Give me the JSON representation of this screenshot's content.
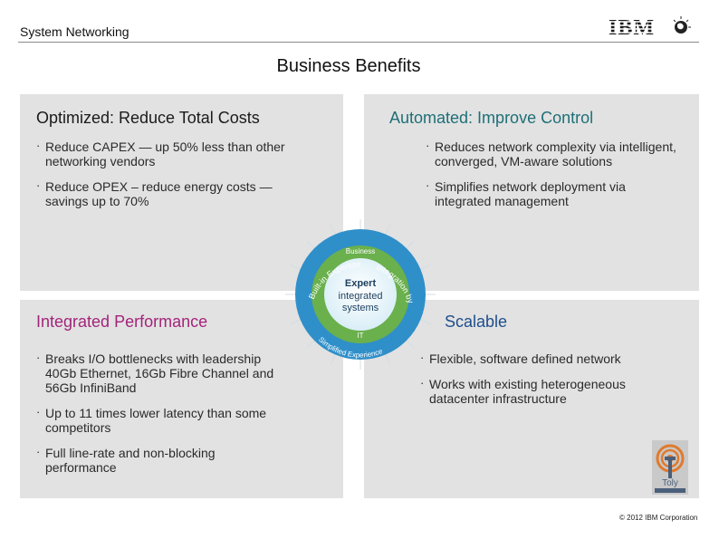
{
  "header": {
    "title": "System Networking",
    "logo_text": "IBM"
  },
  "page_title": "Business Benefits",
  "quadrants": {
    "top_left": {
      "title": "Optimized: Reduce Total Costs",
      "title_color": "#1a1a1a",
      "bullets": [
        {
          "line1": "Reduce CAPEX — up 50% less than other",
          "line2": "networking vendors"
        },
        {
          "line1": "Reduce OPEX – reduce energy  costs —",
          "line2": "savings up to 70%"
        }
      ]
    },
    "top_right": {
      "title": "Automated: Improve Control",
      "title_color": "#1e6f78",
      "bullets": [
        {
          "line1": "Reduces network complexity via intelligent,",
          "line2": "converged, VM-aware solutions"
        },
        {
          "line1": "Simplifies network deployment via",
          "line2": "integrated management"
        }
      ]
    },
    "bottom_left": {
      "title": "Integrated Performance",
      "title_color": "#a3247a",
      "bullets": [
        {
          "line1": "Breaks I/O bottlenecks with leadership",
          "line2": "40Gb Ethernet, 16Gb Fibre Channel and",
          "line3": "56Gb InfiniBand"
        },
        {
          "line1": "Up to 11 times lower latency than some",
          "line2": "competitors"
        },
        {
          "line1": "Full line-rate and non-blocking",
          "line2": "performance"
        }
      ]
    },
    "bottom_right": {
      "title": "Scalable",
      "title_color": "#1e4e8c",
      "bullets": [
        {
          "line1": "Flexible, software defined network"
        },
        {
          "line1": "Works with existing heterogeneous",
          "line2": "datacenter  infrastructure"
        }
      ]
    }
  },
  "ring": {
    "center_line1": "Expert",
    "center_line2": "integrated",
    "center_line3": "systems",
    "arc_top_left": "Built-in Expertise",
    "arc_top": "Business",
    "arc_right": "Integration by Design",
    "arc_bottom": "Simplified Experience",
    "arc_bottom_inner": "IT"
  },
  "badge": {
    "text1": "Toly",
    "text2": ""
  },
  "copyright": "© 2012 IBM Corporation",
  "colors": {
    "panel_bg": "#e2e2e2",
    "ring_blue": "#2f8fc9",
    "ring_green": "#6ab04c"
  }
}
